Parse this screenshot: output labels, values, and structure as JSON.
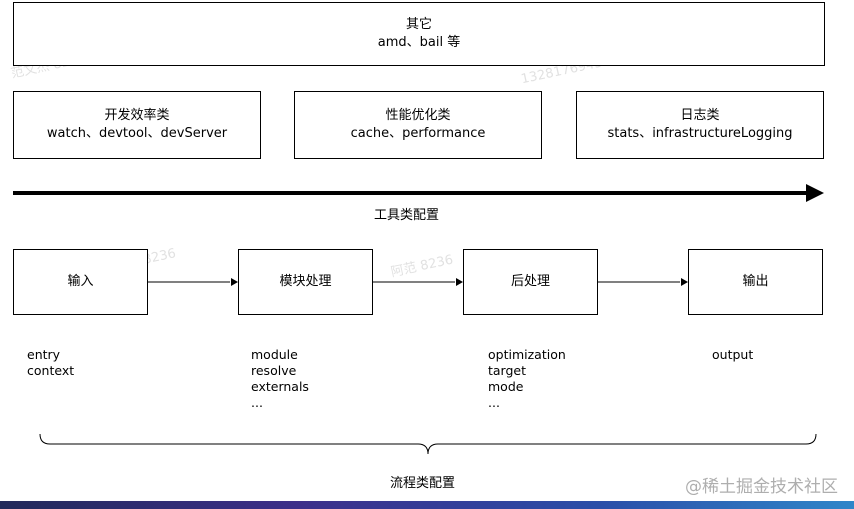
{
  "other": {
    "title": "其它",
    "subtitle": "amd、bail 等"
  },
  "tool_config": {
    "label": "工具类配置",
    "boxes": [
      {
        "title": "开发效率类",
        "subtitle": "watch、devtool、devServer"
      },
      {
        "title": "性能优化类",
        "subtitle": "cache、performance"
      },
      {
        "title": "日志类",
        "subtitle": "stats、infrastructureLogging"
      }
    ]
  },
  "process_config": {
    "label": "流程类配置",
    "stages": [
      {
        "title": "输入",
        "items": [
          "entry",
          "context"
        ]
      },
      {
        "title": "模块处理",
        "items": [
          "module",
          "resolve",
          "externals",
          "..."
        ]
      },
      {
        "title": "后处理",
        "items": [
          "optimization",
          "target",
          "mode",
          "..."
        ]
      },
      {
        "title": "输出",
        "items": [
          "output"
        ]
      }
    ]
  },
  "watermarks": [
    "范文杰 8236",
    "1328176943 9436",
    "范文杰 8236",
    "阿范 8236"
  ],
  "footer": {
    "brand": "@稀土掘金技术社区"
  },
  "colors": {
    "stroke": "#000000",
    "background": "#ffffff"
  }
}
